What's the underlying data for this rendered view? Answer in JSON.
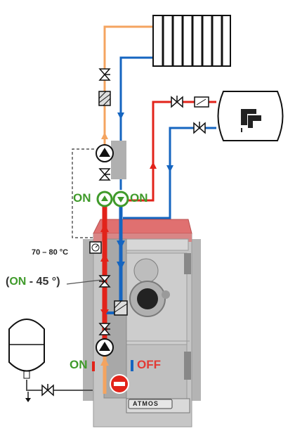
{
  "labels": {
    "on_left": "ON",
    "on_right": "ON",
    "on_bottom": "ON",
    "off_bottom": "OFF",
    "temp_range": "70 – 80 °C",
    "setting_open": "(",
    "setting_on": "ON",
    "setting_value": " - 45 °)",
    "plate_text": "ATMOS"
  },
  "colors": {
    "flow_hot": "#e2231a",
    "return_cold": "#1565c0",
    "supply_orange": "#f4a460",
    "status_on": "#3f9a2a",
    "status_off": "#e23a34",
    "boiler_body": "#c6c6c6",
    "boiler_top": "#e07070"
  },
  "icons": [
    "radiator-icon",
    "hot-water-tank-icon",
    "expansion-vessel-icon",
    "pump-icon",
    "ball-valve-icon",
    "filter-icon",
    "thermostat-icon",
    "check-valve-icon",
    "stop-icon"
  ]
}
